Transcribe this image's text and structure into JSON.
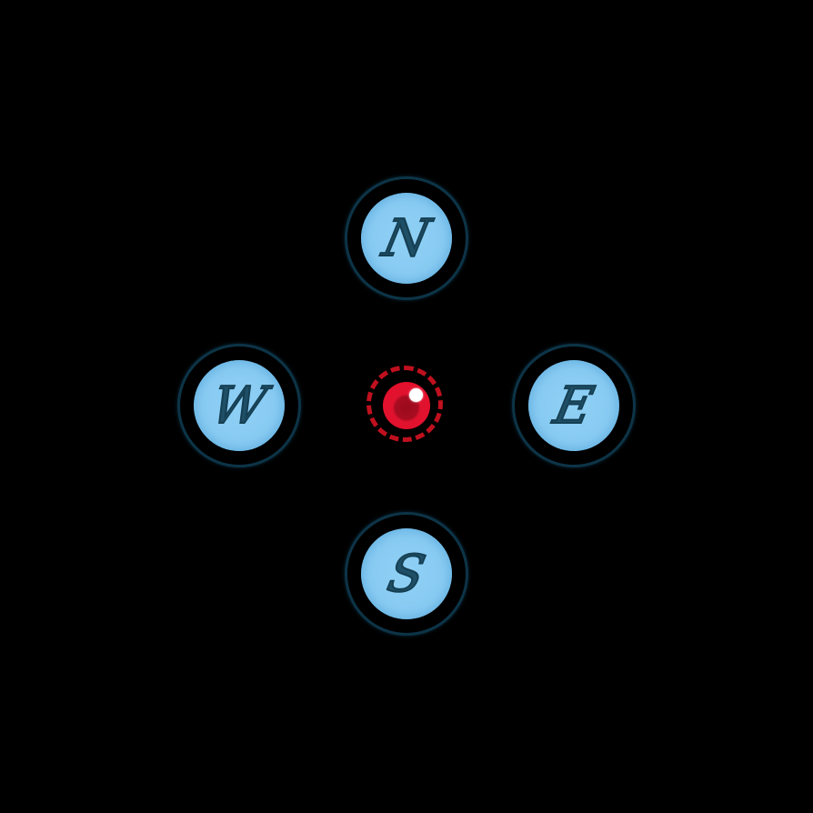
{
  "compass": {
    "north": {
      "label": "N",
      "direction": "north"
    },
    "west": {
      "label": "W",
      "direction": "west"
    },
    "east": {
      "label": "E",
      "direction": "east"
    },
    "south": {
      "label": "S",
      "direction": "south"
    },
    "center": {
      "icon": "red-orb-icon"
    }
  },
  "colors": {
    "background": "#000000",
    "button_fill": "#86c9f1",
    "button_ring": "#0d3447",
    "glyph": "#1e4f66",
    "center_red": "#e4102c",
    "center_dark_red": "#9a0a1c",
    "dashed_ring": "#c0101e"
  }
}
